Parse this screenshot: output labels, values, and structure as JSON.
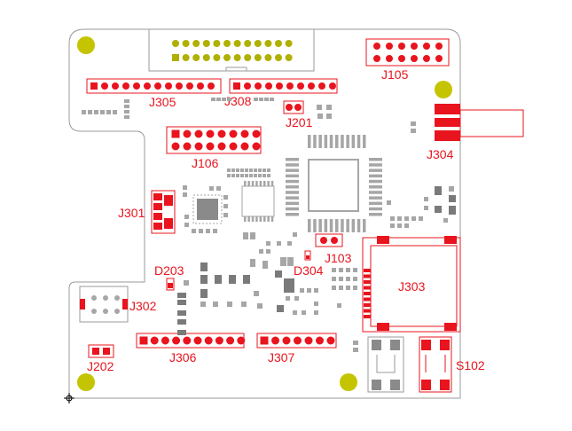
{
  "colors": {
    "board_outline": "#9a9a9a",
    "copper_red": "#e8141e",
    "pad_gray": "#a6a6a6",
    "pad_dark": "#7a7a7a",
    "mount_hole": "#c4c400",
    "label_red": "#e8141e"
  },
  "labels": {
    "j105": "J105",
    "j305": "J305",
    "j308": "J308",
    "j201": "J201",
    "j304": "J304",
    "j106": "J106",
    "j301": "J301",
    "j103": "J103",
    "d304": "D304",
    "d203": "D203",
    "j303": "J303",
    "j302": "J302",
    "j202": "J202",
    "j306": "J306",
    "j307": "J307",
    "s102": "S102"
  }
}
